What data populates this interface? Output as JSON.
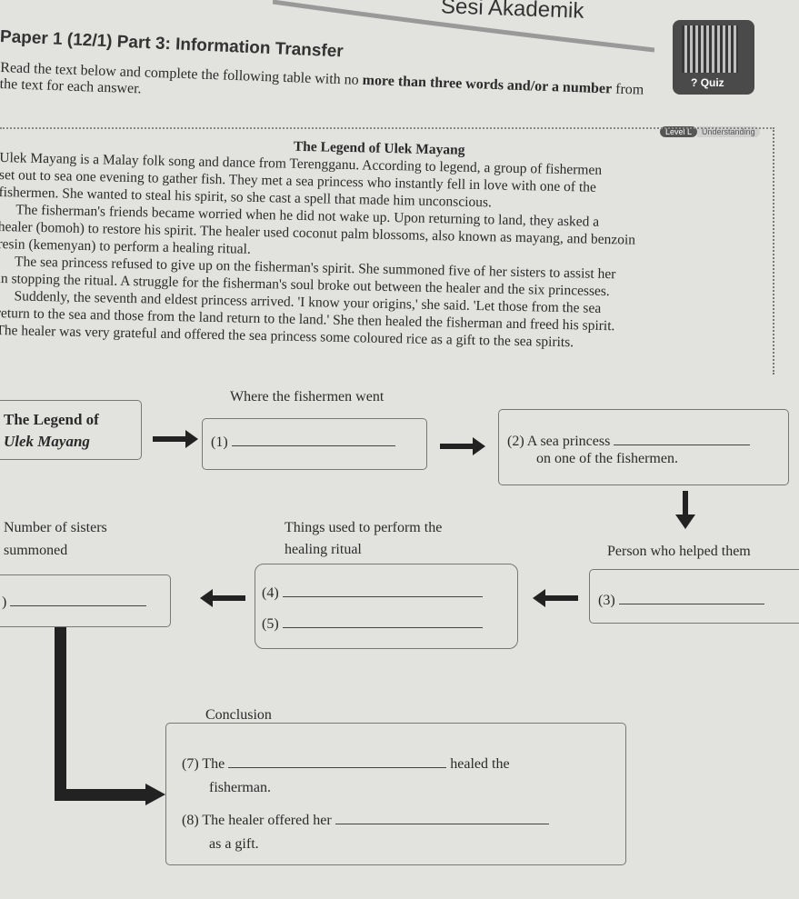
{
  "header": {
    "title": "Sesi Akademik"
  },
  "paper_title": "Paper 1 (12/1) Part 3: Information Transfer",
  "instructions": {
    "line1_pre": "Read the text below and complete the following table with no ",
    "line1_bold": "more than three words and/or a number",
    "line1_post": " from",
    "line2": "the text for each answer."
  },
  "quiz_badge": {
    "label": "Quiz",
    "icon": "question-icon"
  },
  "level_badge": {
    "level": "Level L",
    "skill": "Understanding"
  },
  "passage": {
    "title": "The Legend of Ulek Mayang",
    "lines": [
      "Ulek Mayang is a Malay folk song and dance from Terengganu. According to legend, a group of fishermen",
      "set out to sea one evening to gather fish. They met a sea princess who instantly fell in love with one of the",
      "fishermen. She wanted to steal his spirit, so she cast a spell that made him unconscious.",
      "     The fisherman's friends became worried when he did not wake up. Upon returning to land, they asked a",
      "healer (bomoh) to restore his spirit. The healer used coconut palm blossoms, also known as mayang, and benzoin",
      "resin (kemenyan) to perform a healing ritual.",
      "     The sea princess refused to give up on the fisherman's spirit. She summoned five of her sisters to assist her",
      "in stopping the ritual. A struggle for the fisherman's soul broke out between the healer and the six princesses.",
      "     Suddenly, the seventh and eldest princess arrived. 'I know your origins,' she said. 'Let those from the sea",
      "return to the sea and those from the land return to the land.' She then healed the fisherman and freed his spirit.",
      "The healer was very grateful and offered the sea princess some coloured rice as a gift to the sea spirits."
    ]
  },
  "diagram": {
    "start_label_1": "The Legend of",
    "start_label_2": "Ulek Mayang",
    "where_heading": "Where the fishermen went",
    "q1": "(1)",
    "q2": "(2)  A sea princess",
    "q2_line2": "on one of the fishermen.",
    "sisters_heading_1": "Number of sisters",
    "sisters_heading_2": "summoned",
    "q6": ")",
    "things_heading_1": "Things used to perform the",
    "things_heading_2": "healing ritual",
    "q4": "(4)",
    "q5": "(5)",
    "person_heading": "Person who helped them",
    "q3": "(3)",
    "conclusion_heading": "Conclusion",
    "q7": "(7)  The",
    "q7_post": "healed the",
    "q7_line2": "fisherman.",
    "q8": "(8)  The healer offered her",
    "q8_line2": "as a gift."
  }
}
